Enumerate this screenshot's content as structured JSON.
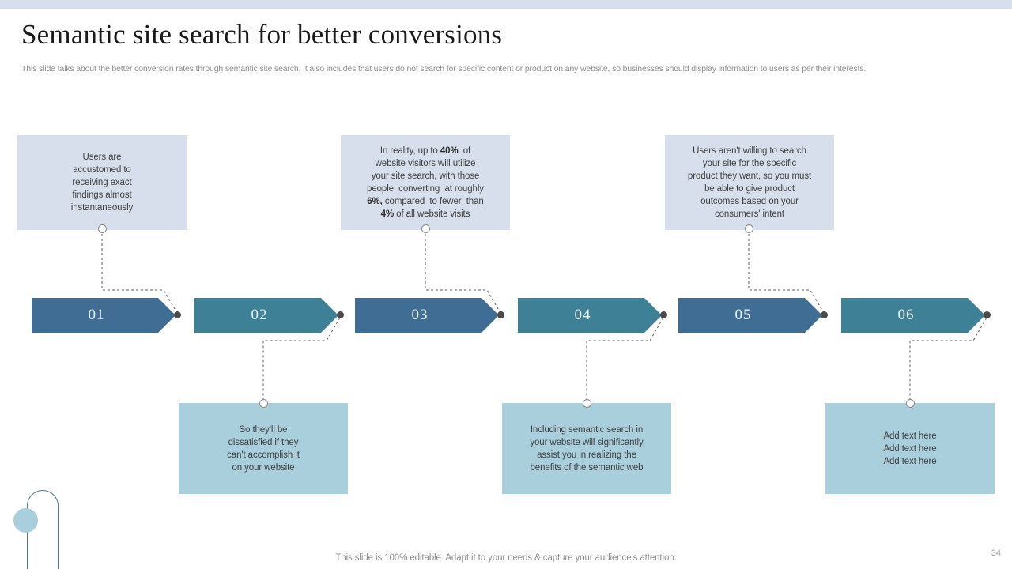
{
  "slide": {
    "title": "Semantic site search for better conversions",
    "subtitle": "This slide talks about the better conversion rates through semantic site search. It also includes that users do not search for specific content or product on any website, so businesses should display information to users as per their interests.",
    "footer_note": "This slide is 100% editable. Adapt it to your needs & capture your audience's attention.",
    "page_number": "34"
  },
  "colors": {
    "top_bar": "#d6dfeb",
    "box_top": "#d6dfeb",
    "box_bottom": "#a9cfdd",
    "chevron_dark": "#3f6d94",
    "chevron_teal": "#3e8095",
    "chevron_label": "#eaf2f6",
    "connector": "#5d5d5d",
    "tip_dot": "#4a4a4a",
    "body_text": "#3f3f3f",
    "muted_text": "#8d8d8d"
  },
  "steps": [
    {
      "number": "01",
      "style": "dark",
      "position": "top"
    },
    {
      "number": "02",
      "style": "teal",
      "position": "bottom"
    },
    {
      "number": "03",
      "style": "dark",
      "position": "top"
    },
    {
      "number": "04",
      "style": "teal",
      "position": "bottom"
    },
    {
      "number": "05",
      "style": "dark",
      "position": "top"
    },
    {
      "number": "06",
      "style": "teal",
      "position": "bottom"
    }
  ],
  "boxes": {
    "top": [
      {
        "step": "01",
        "lines": [
          "Users are",
          "accustomed to",
          "receiving  exact",
          "findings  almost",
          "instantaneously"
        ]
      },
      {
        "step": "03",
        "lines": [
          "In reality, up to 40%  of",
          "website visitors will utilize",
          "your site search, with those",
          "people  converting  at roughly",
          "6%, compared  to fewer  than",
          "4% of all website visits"
        ],
        "bold_terms": [
          "40%",
          "6%,",
          "4%"
        ]
      },
      {
        "step": "05",
        "lines": [
          "Users aren't  willing to search",
          "your site for the specific",
          "product  they want,  so you must",
          "be able to give  product",
          "outcomes based on your",
          "consumers' intent"
        ]
      }
    ],
    "bottom": [
      {
        "step": "02",
        "lines": [
          "So they'll be",
          "dissatisfied if they",
          "can't accomplish it",
          "on your website"
        ]
      },
      {
        "step": "04",
        "lines": [
          "Including  semantic search  in",
          "your website will significantly",
          "assist you in realizing the",
          "benefits  of the semantic web"
        ]
      },
      {
        "step": "06",
        "lines": [
          "Add text here",
          "Add text here",
          "Add text here"
        ]
      }
    ]
  }
}
